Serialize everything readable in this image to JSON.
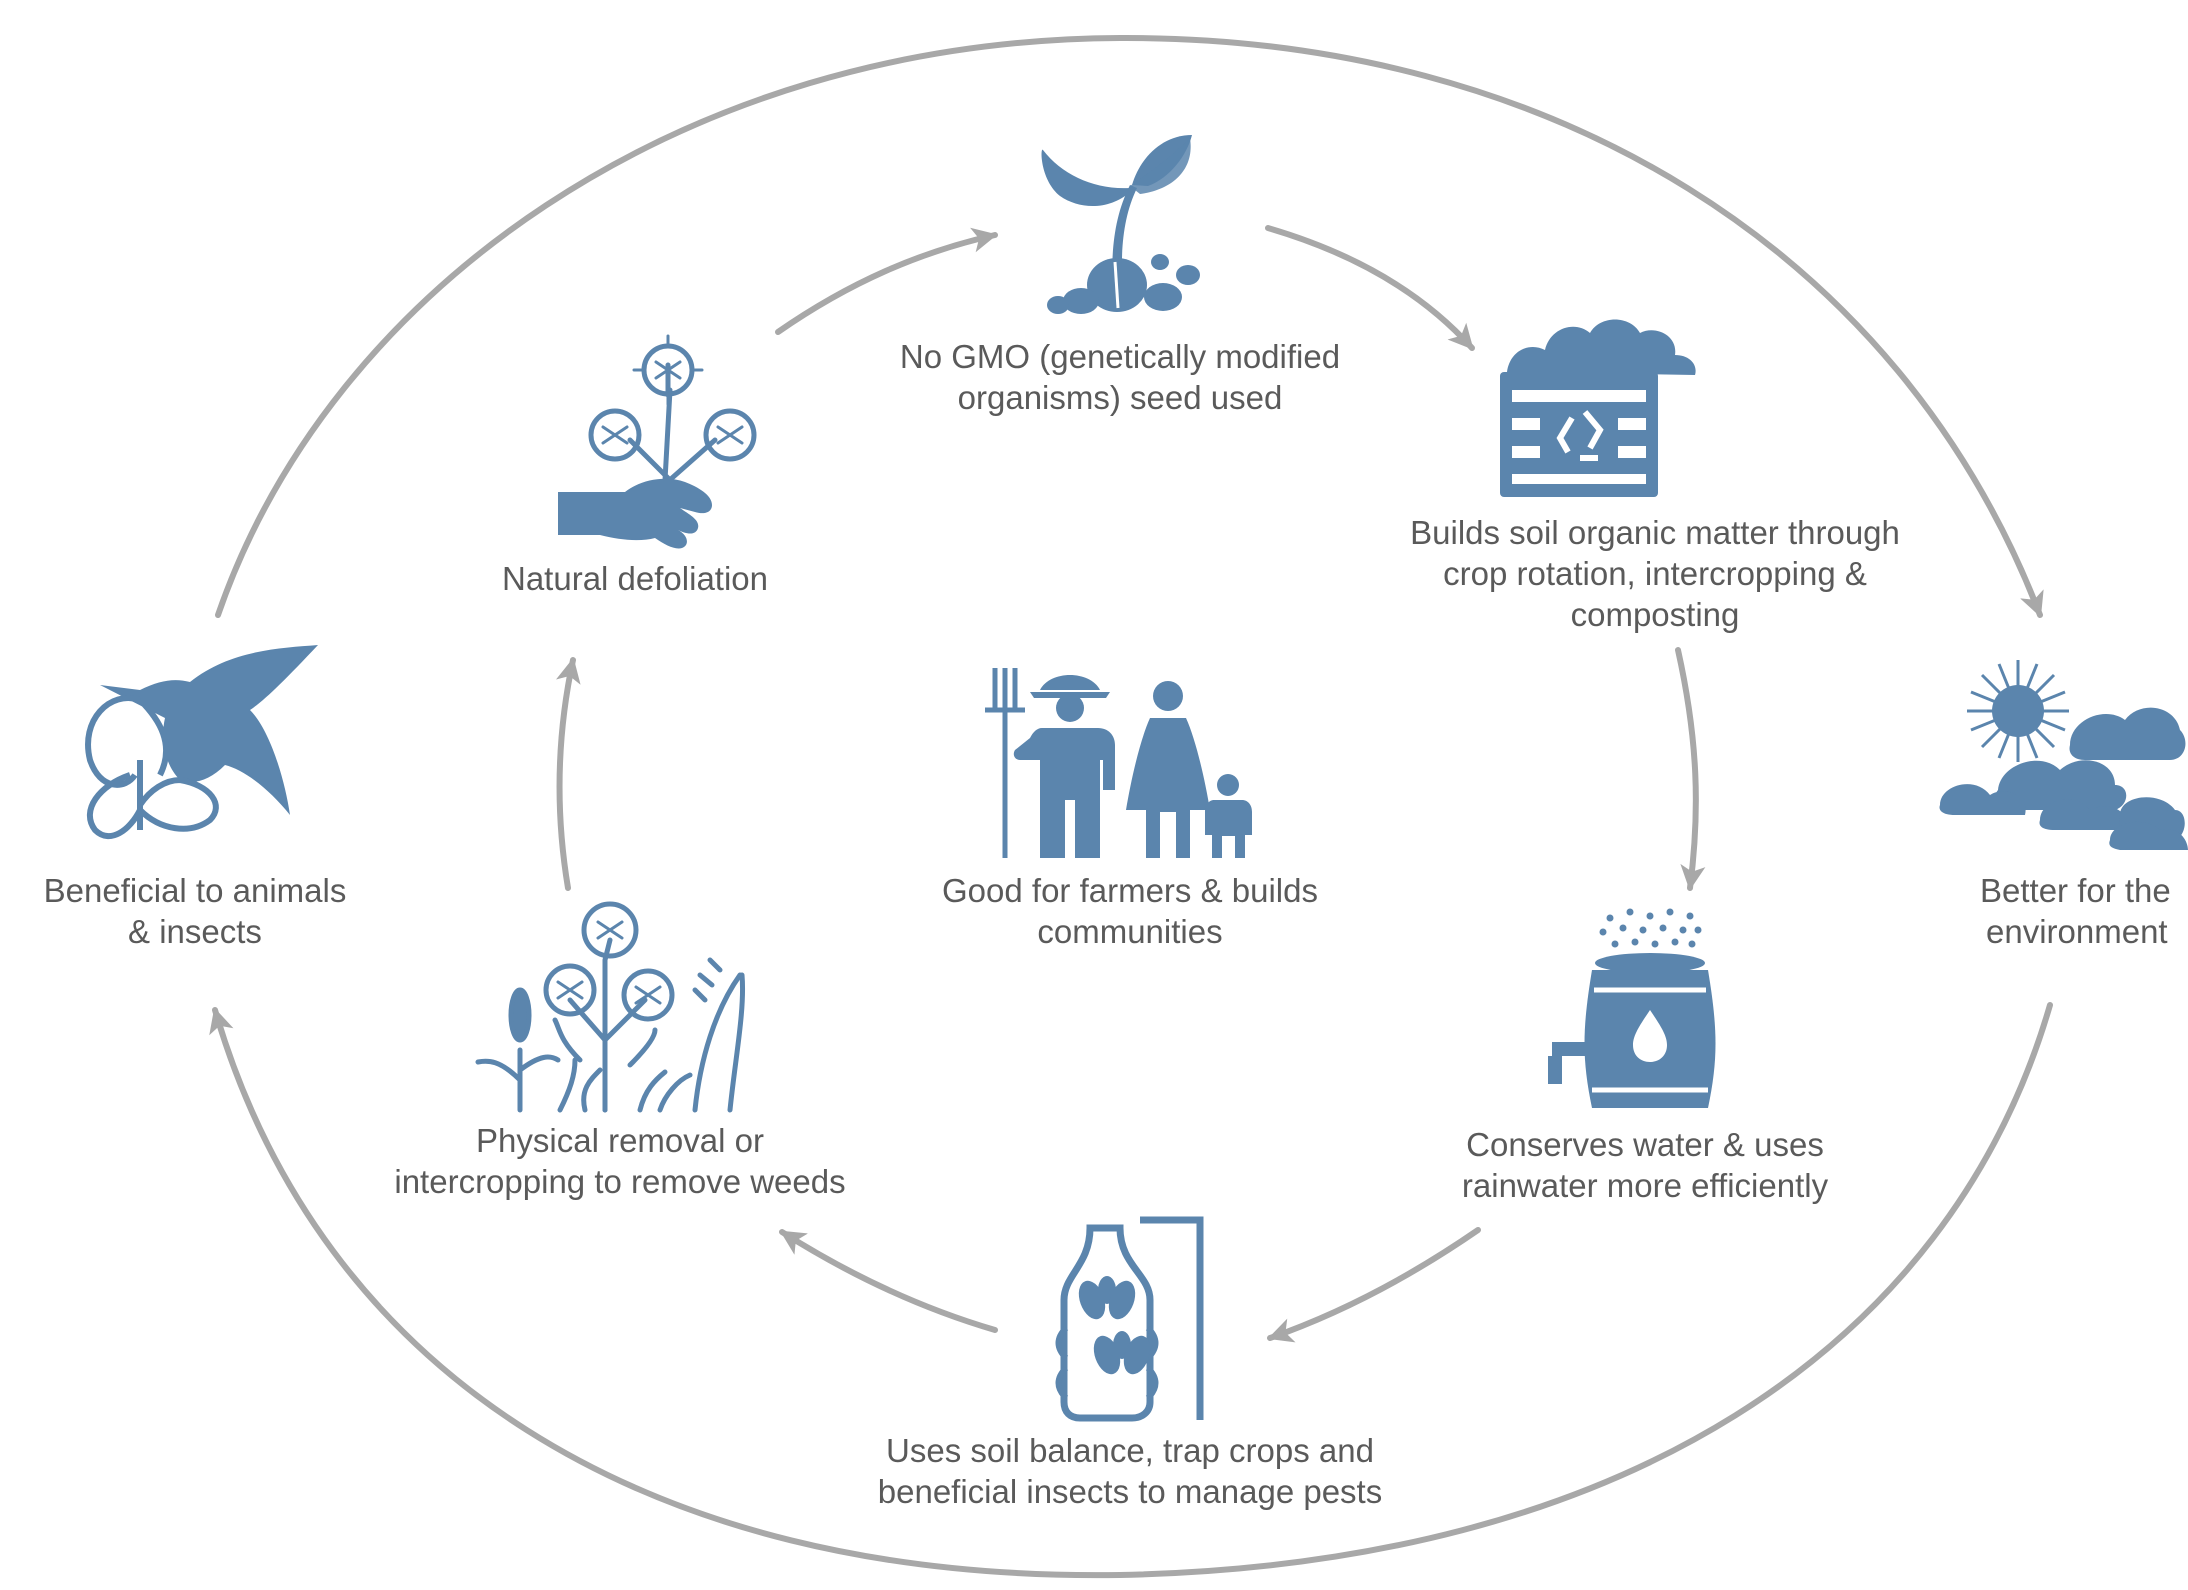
{
  "diagram": {
    "colors": {
      "icon": "#5b85ad",
      "arrow": "#a8a8a8",
      "text": "#5a5a5a",
      "background": "#ffffff"
    },
    "center": {
      "icon": "farmer-family-icon",
      "lines": [
        "Good for farmers & builds",
        "communities"
      ]
    },
    "inner_cycle": [
      {
        "icon": "seedling-icon",
        "lines": [
          "No GMO (genetically modified",
          "organisms) seed used"
        ]
      },
      {
        "icon": "compost-bin-icon",
        "lines": [
          "Builds soil organic matter through",
          "crop rotation, intercropping &",
          "composting"
        ]
      },
      {
        "icon": "rain-barrel-icon",
        "lines": [
          "Conserves water & uses",
          "rainwater more efficiently"
        ]
      },
      {
        "icon": "insect-trap-icon",
        "lines": [
          "Uses soil balance, trap crops and",
          "beneficial insects to manage pests"
        ]
      },
      {
        "icon": "cotton-plants-icon",
        "lines": [
          "Physical removal or",
          "intercropping to remove weeds"
        ]
      },
      {
        "icon": "hand-cotton-icon",
        "lines": [
          "Natural defoliation"
        ]
      }
    ],
    "outer": [
      {
        "icon": "hummingbird-butterfly-icon",
        "lines": [
          "Beneficial to animals",
          "& insects"
        ]
      },
      {
        "icon": "sun-clouds-icon",
        "lines": [
          "Better for the",
          "environment"
        ]
      }
    ]
  }
}
